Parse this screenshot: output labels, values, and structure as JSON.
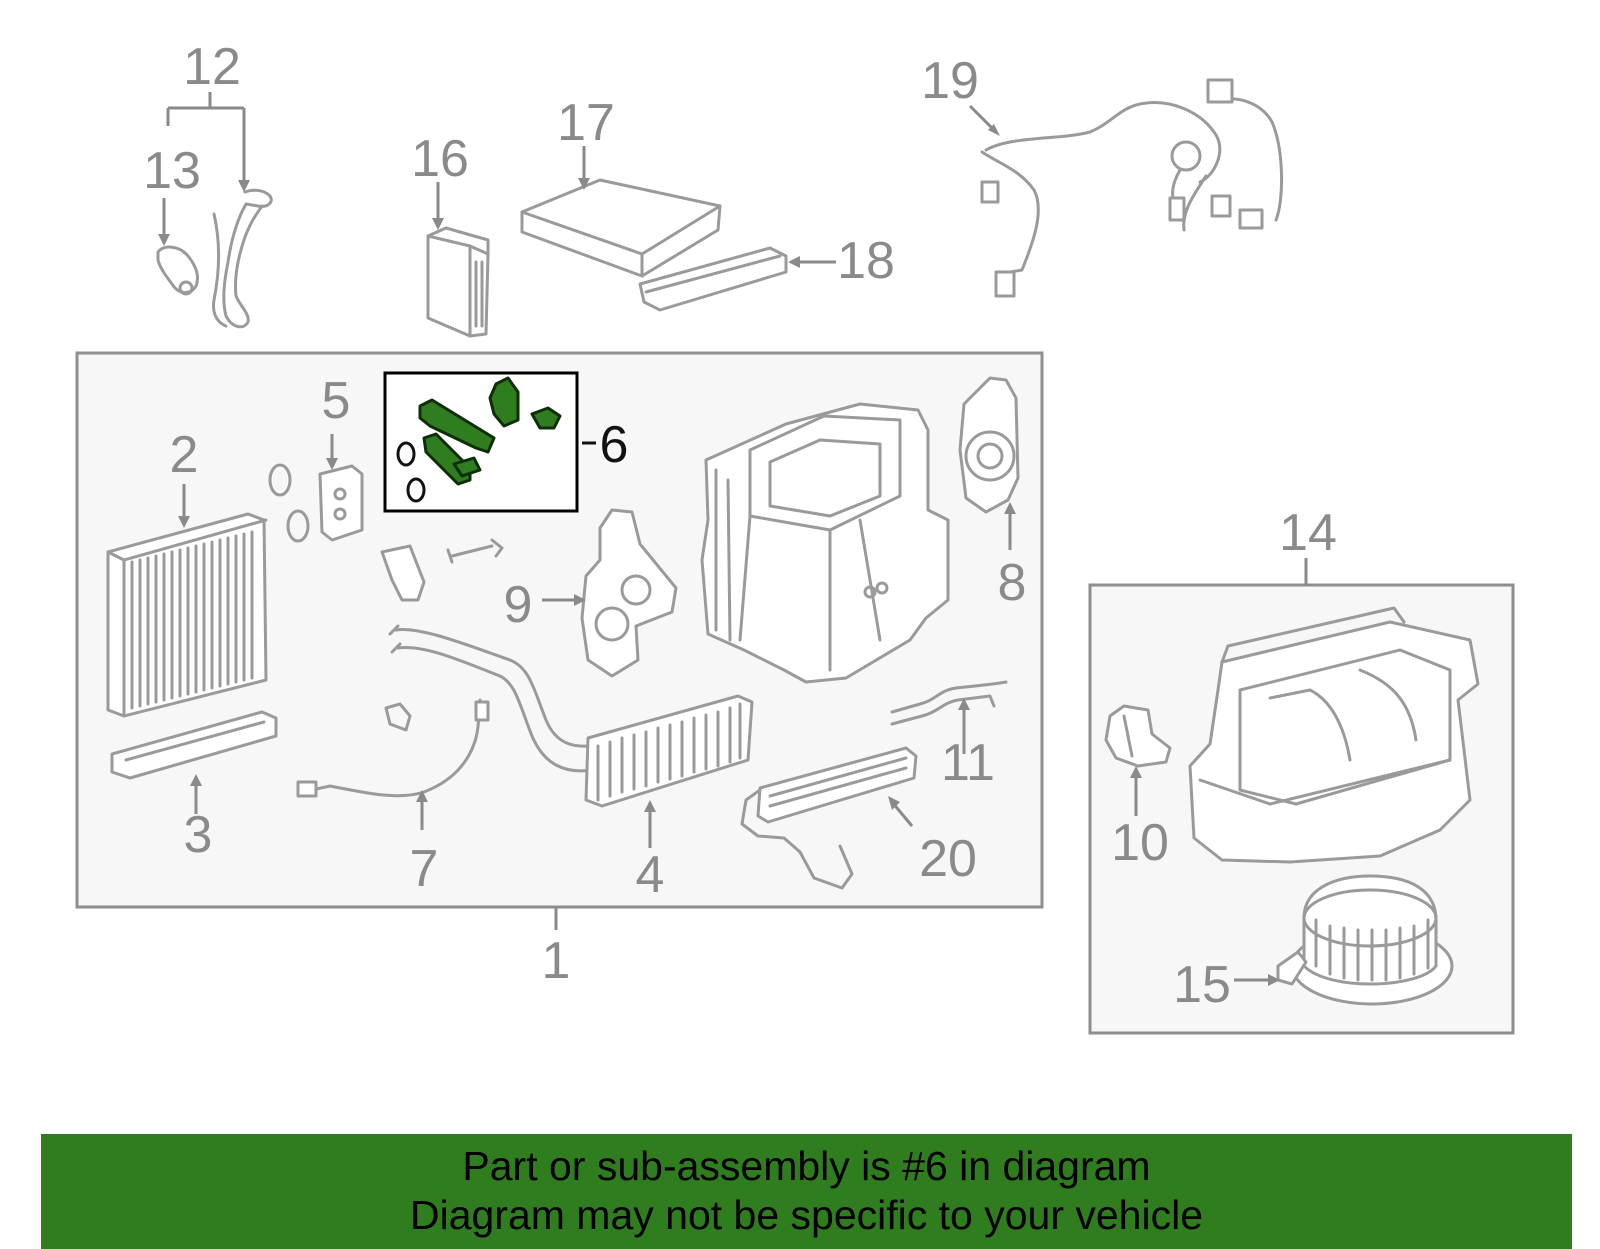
{
  "callouts": {
    "c1": "1",
    "c2": "2",
    "c3": "3",
    "c4": "4",
    "c5": "5",
    "c6": "6",
    "c7": "7",
    "c8": "8",
    "c9": "9",
    "c10": "10",
    "c11": "11",
    "c12": "12",
    "c13": "13",
    "c14": "14",
    "c15": "15",
    "c16": "16",
    "c17": "17",
    "c18": "18",
    "c19": "19",
    "c20": "20"
  },
  "highlight": {
    "part_number": "6",
    "color": "#2f7d1f"
  },
  "banner": {
    "line1": "Part or sub-assembly is #6 in diagram",
    "line2": "Diagram may not be specific to your vehicle",
    "background": "#2f7d1f"
  }
}
